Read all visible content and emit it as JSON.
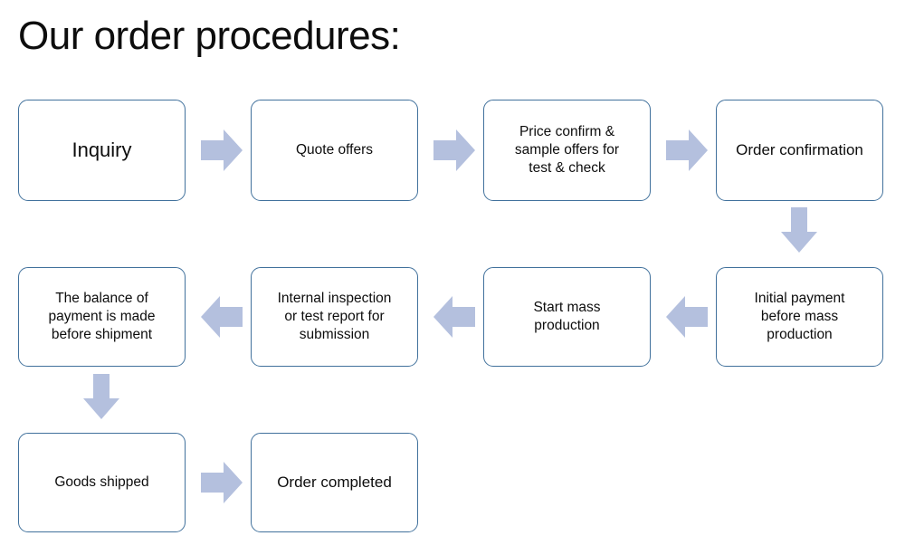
{
  "title": "Our order procedures:",
  "colors": {
    "box_border": "#41719c",
    "box_fill": "#ffffff",
    "arrow_fill": "#b4c0de",
    "text": "#0d0d0d",
    "background": "#ffffff"
  },
  "flow": {
    "row1": [
      {
        "id": "inquiry",
        "label": "Inquiry"
      },
      {
        "id": "quote-offers",
        "label": "Quote offers"
      },
      {
        "id": "price-confirm",
        "label": "Price confirm &\nsample offers for\ntest & check"
      },
      {
        "id": "order-confirmation",
        "label": "Order confirmation"
      }
    ],
    "row2": [
      {
        "id": "balance-payment",
        "label": "The balance of\npayment is made\nbefore shipment"
      },
      {
        "id": "internal-inspection",
        "label": "Internal inspection\nor test report for\nsubmission"
      },
      {
        "id": "start-mass",
        "label": "Start mass\nproduction"
      },
      {
        "id": "initial-payment",
        "label": "Initial payment\nbefore mass\nproduction"
      }
    ],
    "row3": [
      {
        "id": "goods-shipped",
        "label": "Goods shipped"
      },
      {
        "id": "order-completed",
        "label": "Order completed"
      }
    ],
    "connectors": [
      {
        "id": "inquiry-to-quote",
        "direction": "right"
      },
      {
        "id": "quote-to-price",
        "direction": "right"
      },
      {
        "id": "price-to-order",
        "direction": "right"
      },
      {
        "id": "order-to-initial",
        "direction": "down"
      },
      {
        "id": "initial-to-startmass",
        "direction": "left"
      },
      {
        "id": "startmass-to-internal",
        "direction": "left"
      },
      {
        "id": "internal-to-balance",
        "direction": "left"
      },
      {
        "id": "balance-to-goods",
        "direction": "down"
      },
      {
        "id": "goods-to-completed",
        "direction": "right"
      }
    ]
  }
}
